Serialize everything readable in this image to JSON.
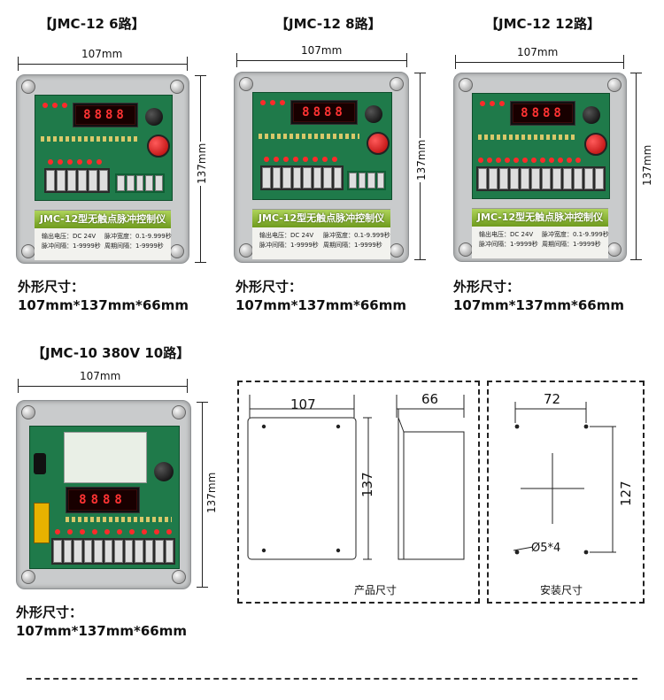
{
  "products": [
    {
      "title": "【JMC-12  6路】",
      "width_label": "107mm",
      "height_label": "137mm",
      "band": "JMC-12型无触点脉冲控制仪",
      "info": [
        "输出电压：DC 24V",
        "脉冲宽度：0.1-9.999秒",
        "脉冲间隔：1-9999秒",
        "周期间隔：1-9999秒"
      ],
      "digits": "8888",
      "spec_label": "外形尺寸：",
      "spec_value": "107mm*137mm*66mm"
    },
    {
      "title": "【JMC-12  8路】",
      "width_label": "107mm",
      "height_label": "137mm",
      "band": "JMC-12型无触点脉冲控制仪",
      "info": [
        "输出电压：DC 24V",
        "脉冲宽度：0.1-9.999秒",
        "脉冲间隔：1-9999秒",
        "周期间隔：1-9999秒"
      ],
      "digits": "8888",
      "spec_label": "外形尺寸：",
      "spec_value": "107mm*137mm*66mm"
    },
    {
      "title": "【JMC-12  12路】",
      "width_label": "107mm",
      "height_label": "137mm",
      "band": "JMC-12型无触点脉冲控制仪",
      "info": [
        "输出电压：DC 24V",
        "脉冲宽度：0.1-9.999秒",
        "脉冲间隔：1-9999秒",
        "周期间隔：1-9999秒"
      ],
      "digits": "8888",
      "spec_label": "外形尺寸：",
      "spec_value": "107mm*137mm*66mm"
    },
    {
      "title": "【JMC-10 380V 10路】",
      "width_label": "107mm",
      "height_label": "137mm",
      "digits": "8888",
      "spec_label": "外形尺寸：",
      "spec_value": "107mm*137mm*66mm"
    }
  ],
  "drawings": {
    "product": {
      "width": "107",
      "depth": "66",
      "height": "137",
      "caption": "产品尺寸"
    },
    "mounting": {
      "spacing_x": "72",
      "spacing_y": "127",
      "hole": "Ø5*4",
      "caption": "安装尺寸"
    }
  }
}
